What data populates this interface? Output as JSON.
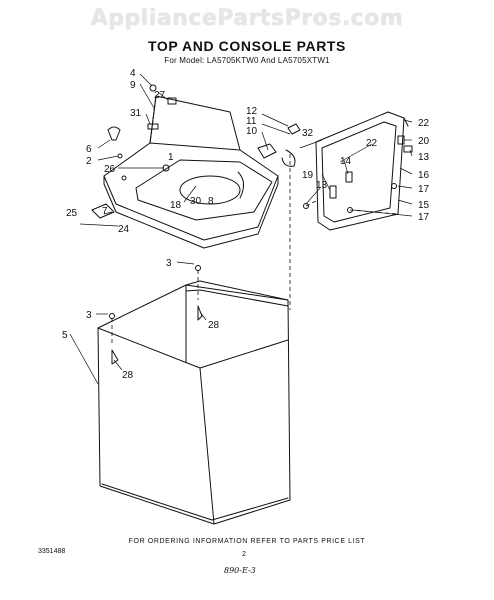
{
  "watermark": "AppliancePartsPros.com",
  "title": "TOP AND CONSOLE PARTS",
  "subtitle": "For Model: LA5705KTW0 And LA5705XTW1",
  "footer_note": "FOR ORDERING INFORMATION REFER TO PARTS PRICE LIST",
  "doc_number": "3351488",
  "page_number": "2",
  "handwritten_note": "890-E-3",
  "callouts": [
    "4",
    "9",
    "27",
    "31",
    "6",
    "2",
    "26",
    "1",
    "7",
    "25",
    "24",
    "18",
    "30",
    "8",
    "12",
    "11",
    "10",
    "32",
    "22",
    "20",
    "13",
    "14",
    "19",
    "13",
    "16",
    "17",
    "15",
    "17",
    "3",
    "3",
    "28",
    "5",
    "28",
    "22"
  ]
}
